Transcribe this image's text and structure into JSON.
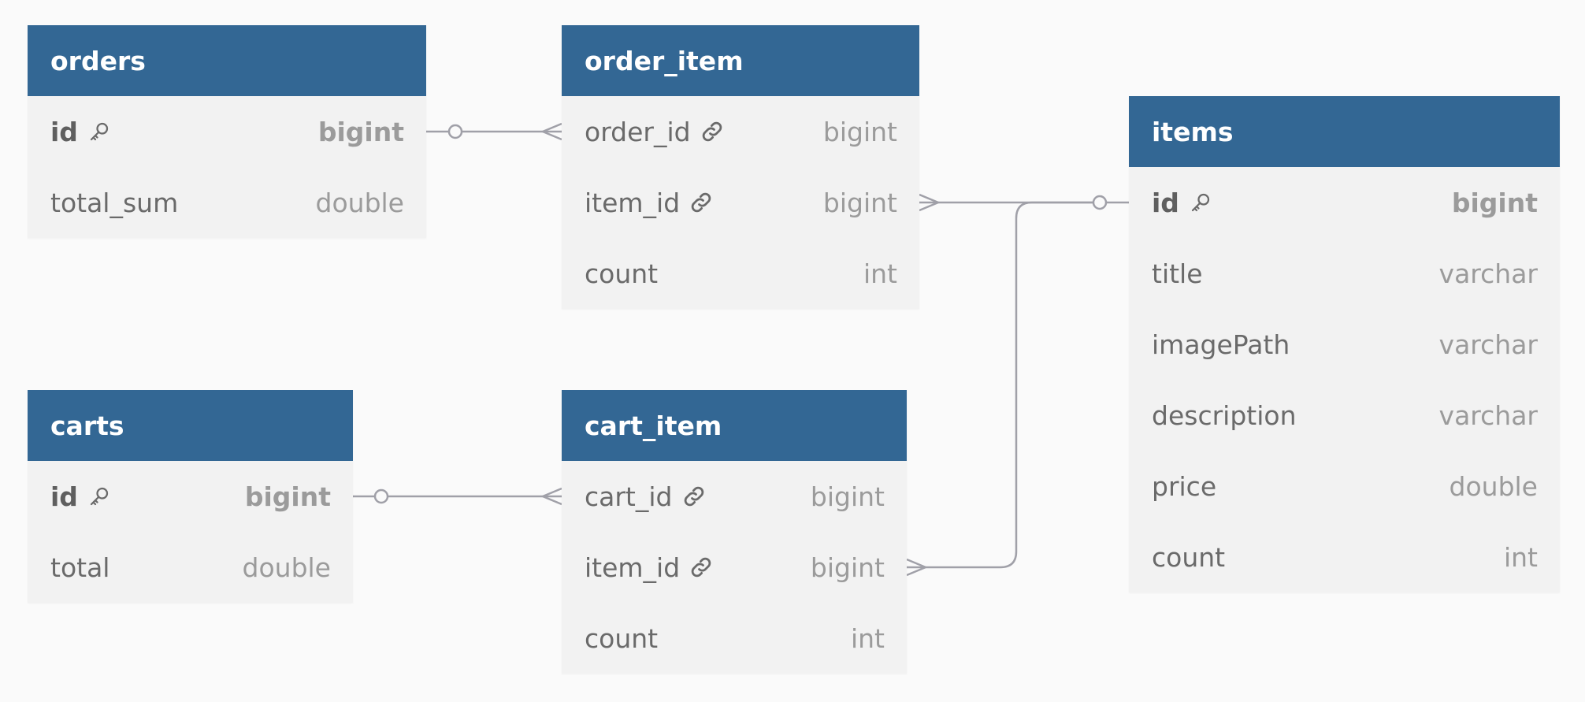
{
  "colors": {
    "header_bg": "#336794",
    "header_text": "#ffffff",
    "table_bg": "#f2f2f2",
    "canvas_bg": "#fafafa",
    "connector": "#a0a0a8"
  },
  "tables": {
    "orders": {
      "name": "orders",
      "rows": [
        {
          "name": "id",
          "type": "bigint",
          "icon": "key-icon"
        },
        {
          "name": "total_sum",
          "type": "double"
        }
      ]
    },
    "order_item": {
      "name": "order_item",
      "rows": [
        {
          "name": "order_id",
          "type": "bigint",
          "icon": "link-icon"
        },
        {
          "name": "item_id",
          "type": "bigint",
          "icon": "link-icon"
        },
        {
          "name": "count",
          "type": "int"
        }
      ]
    },
    "items": {
      "name": "items",
      "rows": [
        {
          "name": "id",
          "type": "bigint",
          "icon": "key-icon"
        },
        {
          "name": "title",
          "type": "varchar"
        },
        {
          "name": "imagePath",
          "type": "varchar"
        },
        {
          "name": "description",
          "type": "varchar"
        },
        {
          "name": "price",
          "type": "double"
        },
        {
          "name": "count",
          "type": "int"
        }
      ]
    },
    "carts": {
      "name": "carts",
      "rows": [
        {
          "name": "id",
          "type": "bigint",
          "icon": "key-icon"
        },
        {
          "name": "total",
          "type": "double"
        }
      ]
    },
    "cart_item": {
      "name": "cart_item",
      "rows": [
        {
          "name": "cart_id",
          "type": "bigint",
          "icon": "link-icon"
        },
        {
          "name": "item_id",
          "type": "bigint",
          "icon": "link-icon"
        },
        {
          "name": "count",
          "type": "int"
        }
      ]
    }
  },
  "relationships": [
    {
      "from": "orders.id",
      "to": "order_item.order_id",
      "cardinality": "one-to-many"
    },
    {
      "from": "items.id",
      "to": "order_item.item_id",
      "cardinality": "one-to-many"
    },
    {
      "from": "items.id",
      "to": "cart_item.item_id",
      "cardinality": "one-to-many"
    },
    {
      "from": "carts.id",
      "to": "cart_item.cart_id",
      "cardinality": "one-to-many"
    }
  ]
}
